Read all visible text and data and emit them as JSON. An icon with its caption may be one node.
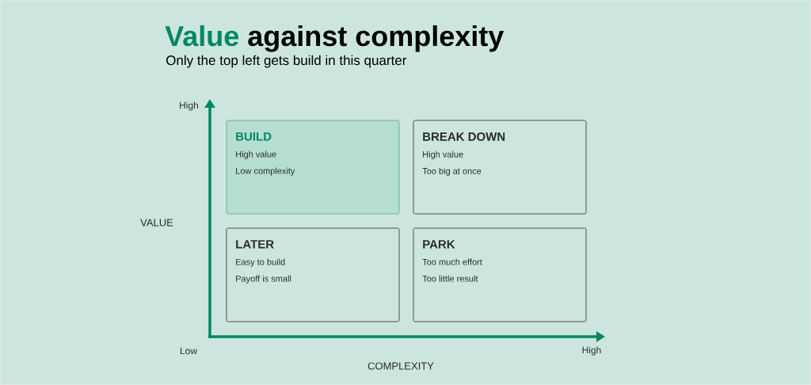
{
  "diagram": {
    "title": "**Value** against complexity",
    "caption": "Only the top left gets build in this quarter",
    "nodes": [
      {
        "text": [
          "BUILD",
          "High value",
          "Low complexity"
        ]
      },
      {
        "text": [
          "BREAK DOWN",
          "High value",
          "Too big at once"
        ]
      },
      {
        "text": [
          "LATER",
          "Easy to build",
          "Payoff is small"
        ]
      },
      {
        "text": [
          "PARK",
          "Too much effort",
          "Too little result"
        ]
      }
    ],
    "labels": [
      "High",
      "VALUE",
      "Low",
      "High",
      "COMPLEXITY"
    ]
  }
}
